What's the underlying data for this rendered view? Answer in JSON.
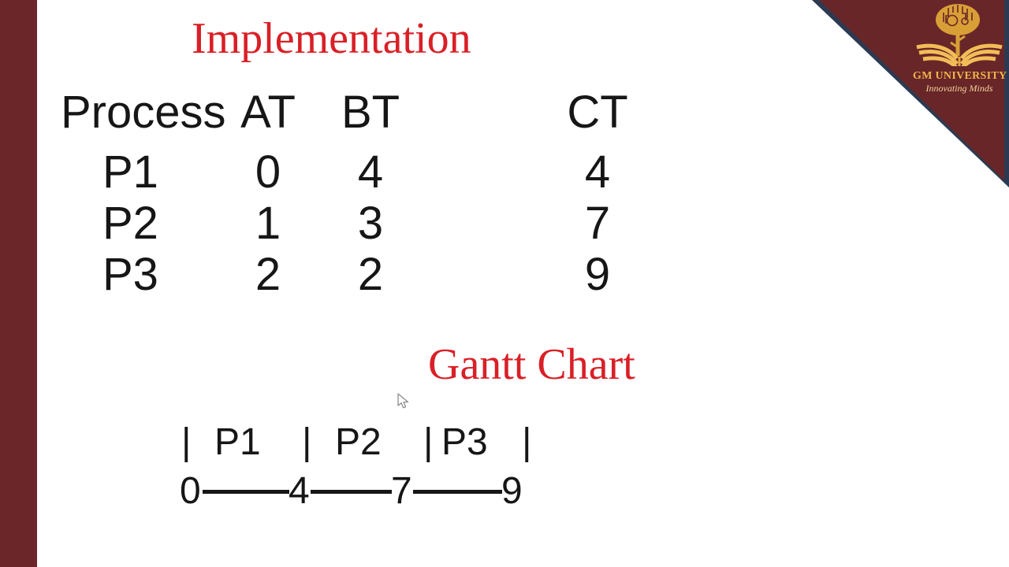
{
  "slide": {
    "title": "Implementation",
    "gantt_title": "Gantt Chart"
  },
  "process_table": {
    "headers": {
      "process": "Process",
      "at": "AT",
      "bt": "BT",
      "ct": "CT"
    },
    "rows": [
      {
        "process": "P1",
        "at": "0",
        "bt": "4",
        "ct": "4"
      },
      {
        "process": "P2",
        "at": "1",
        "bt": "3",
        "ct": "7"
      },
      {
        "process": "P3",
        "at": "2",
        "bt": "2",
        "ct": "9"
      }
    ]
  },
  "gantt_chart": {
    "separator": "|",
    "segments": [
      {
        "label": "P1",
        "start": 0,
        "end": 4
      },
      {
        "label": "P2",
        "start": 4,
        "end": 7
      },
      {
        "label": "P3",
        "start": 7,
        "end": 9
      }
    ],
    "timeline": [
      "0",
      "4",
      "7",
      "9"
    ]
  },
  "chart_data": {
    "type": "table",
    "title": "Gantt Chart",
    "columns": [
      "Process",
      "AT",
      "BT",
      "CT"
    ],
    "rows": [
      [
        "P1",
        0,
        4,
        4
      ],
      [
        "P2",
        1,
        3,
        7
      ],
      [
        "P3",
        2,
        2,
        9
      ]
    ],
    "gantt_segments": [
      {
        "label": "P1",
        "start": 0,
        "end": 4
      },
      {
        "label": "P2",
        "start": 4,
        "end": 7
      },
      {
        "label": "P3",
        "start": 7,
        "end": 9
      }
    ]
  },
  "branding": {
    "university_name": "GM UNIVERSITY",
    "tagline": "Innovating Minds"
  },
  "colors": {
    "accent_red": "#d92027",
    "side_strip_maroon": "#6a2629",
    "corner_maroon": "#682628",
    "edge_navy": "#2b3a52",
    "logo_gold": "#e9a93f",
    "text_black": "#161616"
  }
}
